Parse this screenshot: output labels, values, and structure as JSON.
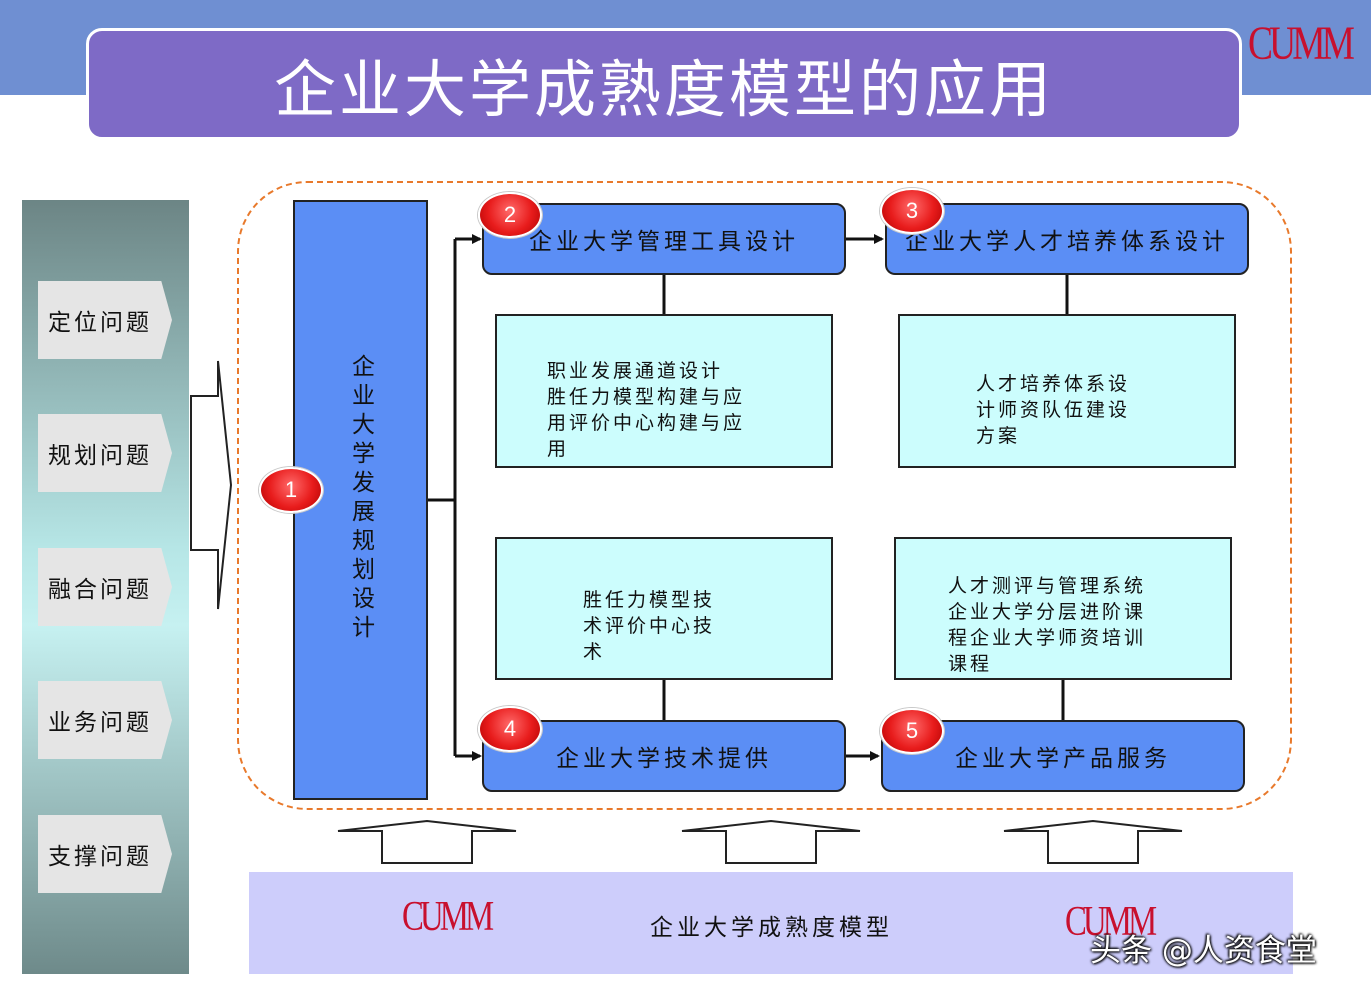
{
  "header": {
    "title": "企业大学成熟度模型的应用",
    "logo": "CUMM"
  },
  "issues": [
    "定位问题",
    "规划问题",
    "融合问题",
    "业务问题",
    "支撑问题"
  ],
  "plan": {
    "label": "企业大学发展规划设计",
    "number": "1"
  },
  "steps": [
    {
      "number": "2",
      "label": "企业大学管理工具设计"
    },
    {
      "number": "3",
      "label": "企业大学人才培养体系设计"
    },
    {
      "number": "4",
      "label": "企业大学技术提供"
    },
    {
      "number": "5",
      "label": "企业大学产品服务"
    }
  ],
  "details": [
    {
      "lines": [
        "职业发展通道设计",
        "胜任力模型构建与应",
        "用评价中心构建与应",
        "用"
      ]
    },
    {
      "lines": [
        "人才培养体系设",
        "计师资队伍建设",
        "方案"
      ]
    },
    {
      "lines": [
        "胜任力模型技",
        "术评价中心技",
        "术"
      ]
    },
    {
      "lines": [
        "人才测评与管理系统",
        "企业大学分层进阶课",
        "程企业大学师资培训",
        "课程"
      ]
    }
  ],
  "model": {
    "title": "企业大学成熟度模型",
    "logo_left": "CUMM",
    "logo_right": "CUMM"
  },
  "watermark": "头条 @人资食堂",
  "colors": {
    "header_band": "#6f8fd2",
    "title_bar": "#7e6ac6",
    "box_blue": "#5b8ef5",
    "detail_cyan": "#ccfdfd",
    "frame_orange": "#e8792b",
    "badge_red": "#e81c1c",
    "model_bar": "#cdcdfb",
    "logo_red": "#c8102e"
  }
}
